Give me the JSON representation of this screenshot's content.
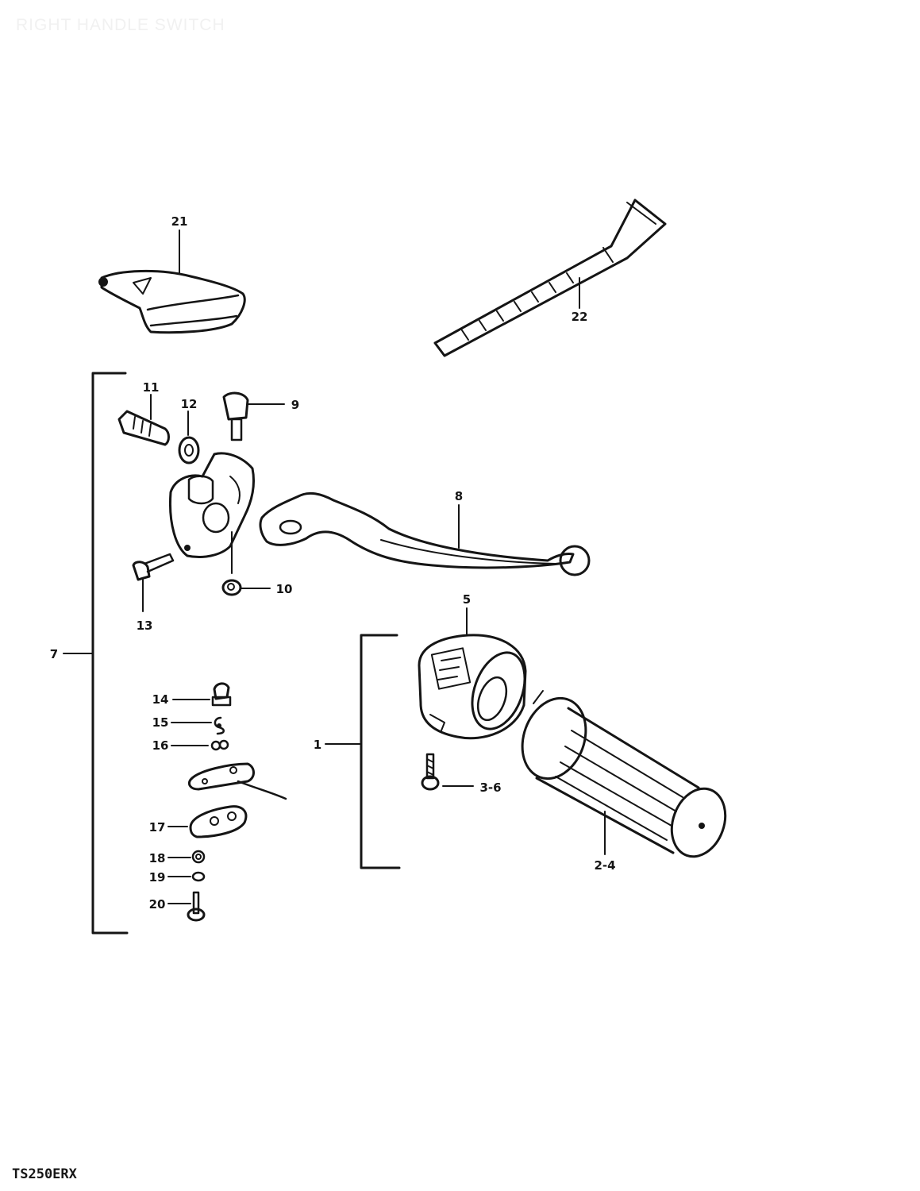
{
  "page": {
    "title": "RIGHT HANDLE SWITCH",
    "model_code": "TS250ERX"
  },
  "callouts": {
    "c1": "1",
    "c2_4": "2-4",
    "c3_6": "3-6",
    "c5": "5",
    "c7": "7",
    "c8": "8",
    "c9": "9",
    "c10": "10",
    "c11": "11",
    "c12": "12",
    "c13": "13",
    "c14": "14",
    "c15": "15",
    "c16": "16",
    "c17": "17",
    "c18": "18",
    "c19": "19",
    "c20": "20",
    "c21": "21",
    "c22": "22"
  },
  "colors": {
    "ink": "#151515",
    "paper": "#ffffff",
    "faded_title": "#f1f1f1"
  }
}
